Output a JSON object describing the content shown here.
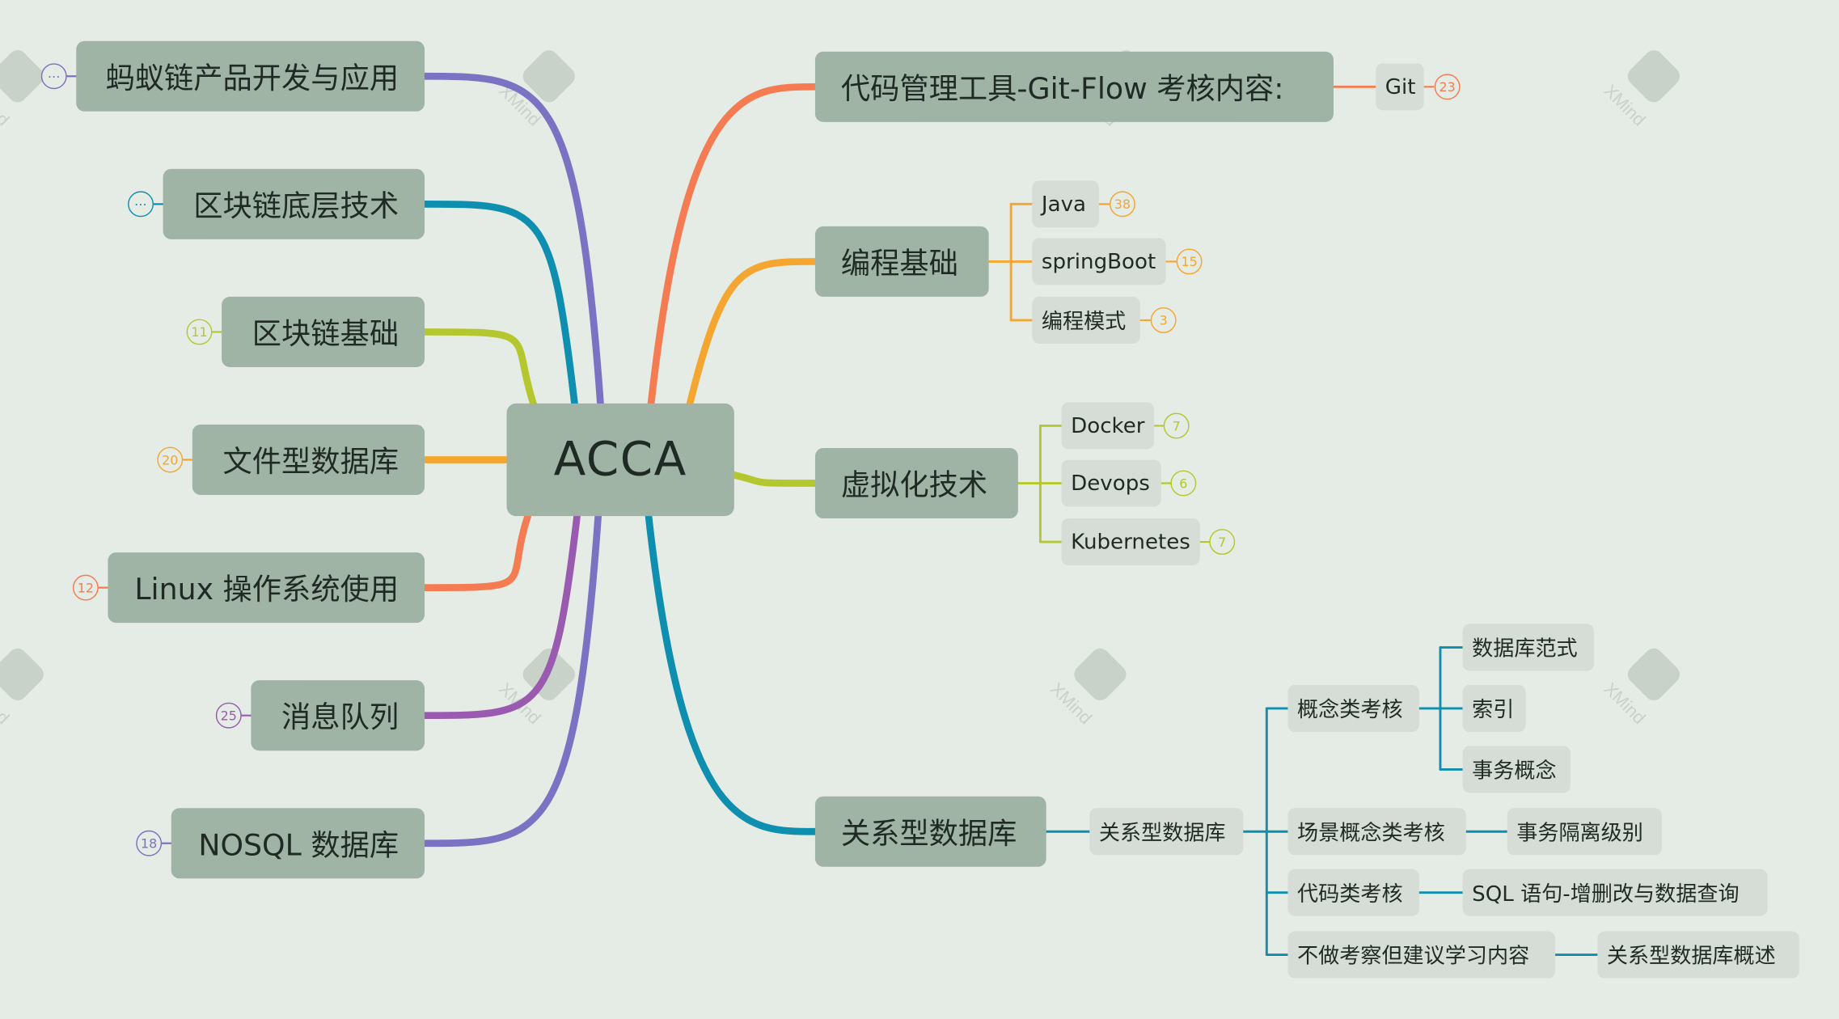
{
  "root": "ACCA",
  "left": [
    {
      "label": "蚂蚁链产品开发与应用",
      "badge": "⋯",
      "color": "#7b72c4"
    },
    {
      "label": "区块链底层技术",
      "badge": "⋯",
      "color": "#0e8fb0"
    },
    {
      "label": "区块链基础",
      "badge": "11",
      "color": "#b5c72e"
    },
    {
      "label": "文件型数据库",
      "badge": "20",
      "color": "#f5a630"
    },
    {
      "label": "Linux 操作系统使用",
      "badge": "12",
      "color": "#f57c52"
    },
    {
      "label": "消息队列",
      "badge": "25",
      "color": "#9a5ab0"
    },
    {
      "label": "NOSQL 数据库",
      "badge": "18",
      "color": "#7b72c4"
    }
  ],
  "right": [
    {
      "label": "代码管理工具-Git-Flow 考核内容:",
      "color": "#f57c52",
      "children": [
        {
          "label": "Git",
          "badge": "23"
        }
      ]
    },
    {
      "label": "编程基础",
      "color": "#f5a630",
      "children": [
        {
          "label": "Java",
          "badge": "38"
        },
        {
          "label": "springBoot",
          "badge": "15"
        },
        {
          "label": "编程模式",
          "badge": "3"
        }
      ]
    },
    {
      "label": "虚拟化技术",
      "color": "#b5c72e",
      "children": [
        {
          "label": "Docker",
          "badge": "7"
        },
        {
          "label": "Devops",
          "badge": "6"
        },
        {
          "label": "Kubernetes",
          "badge": "7"
        }
      ]
    },
    {
      "label": "关系型数据库",
      "color": "#0e8fb0",
      "child": "关系型数据库",
      "groups": [
        {
          "label": "概念类考核",
          "children": [
            "数据库范式",
            "索引",
            "事务概念"
          ]
        },
        {
          "label": "场景概念类考核",
          "children": [
            "事务隔离级别"
          ]
        },
        {
          "label": "代码类考核",
          "children": [
            "SQL 语句-增删改与数据查询"
          ]
        },
        {
          "label": "不做考察但建议学习内容",
          "children": [
            "关系型数据库概述"
          ]
        }
      ]
    }
  ],
  "watermark": "XMind"
}
